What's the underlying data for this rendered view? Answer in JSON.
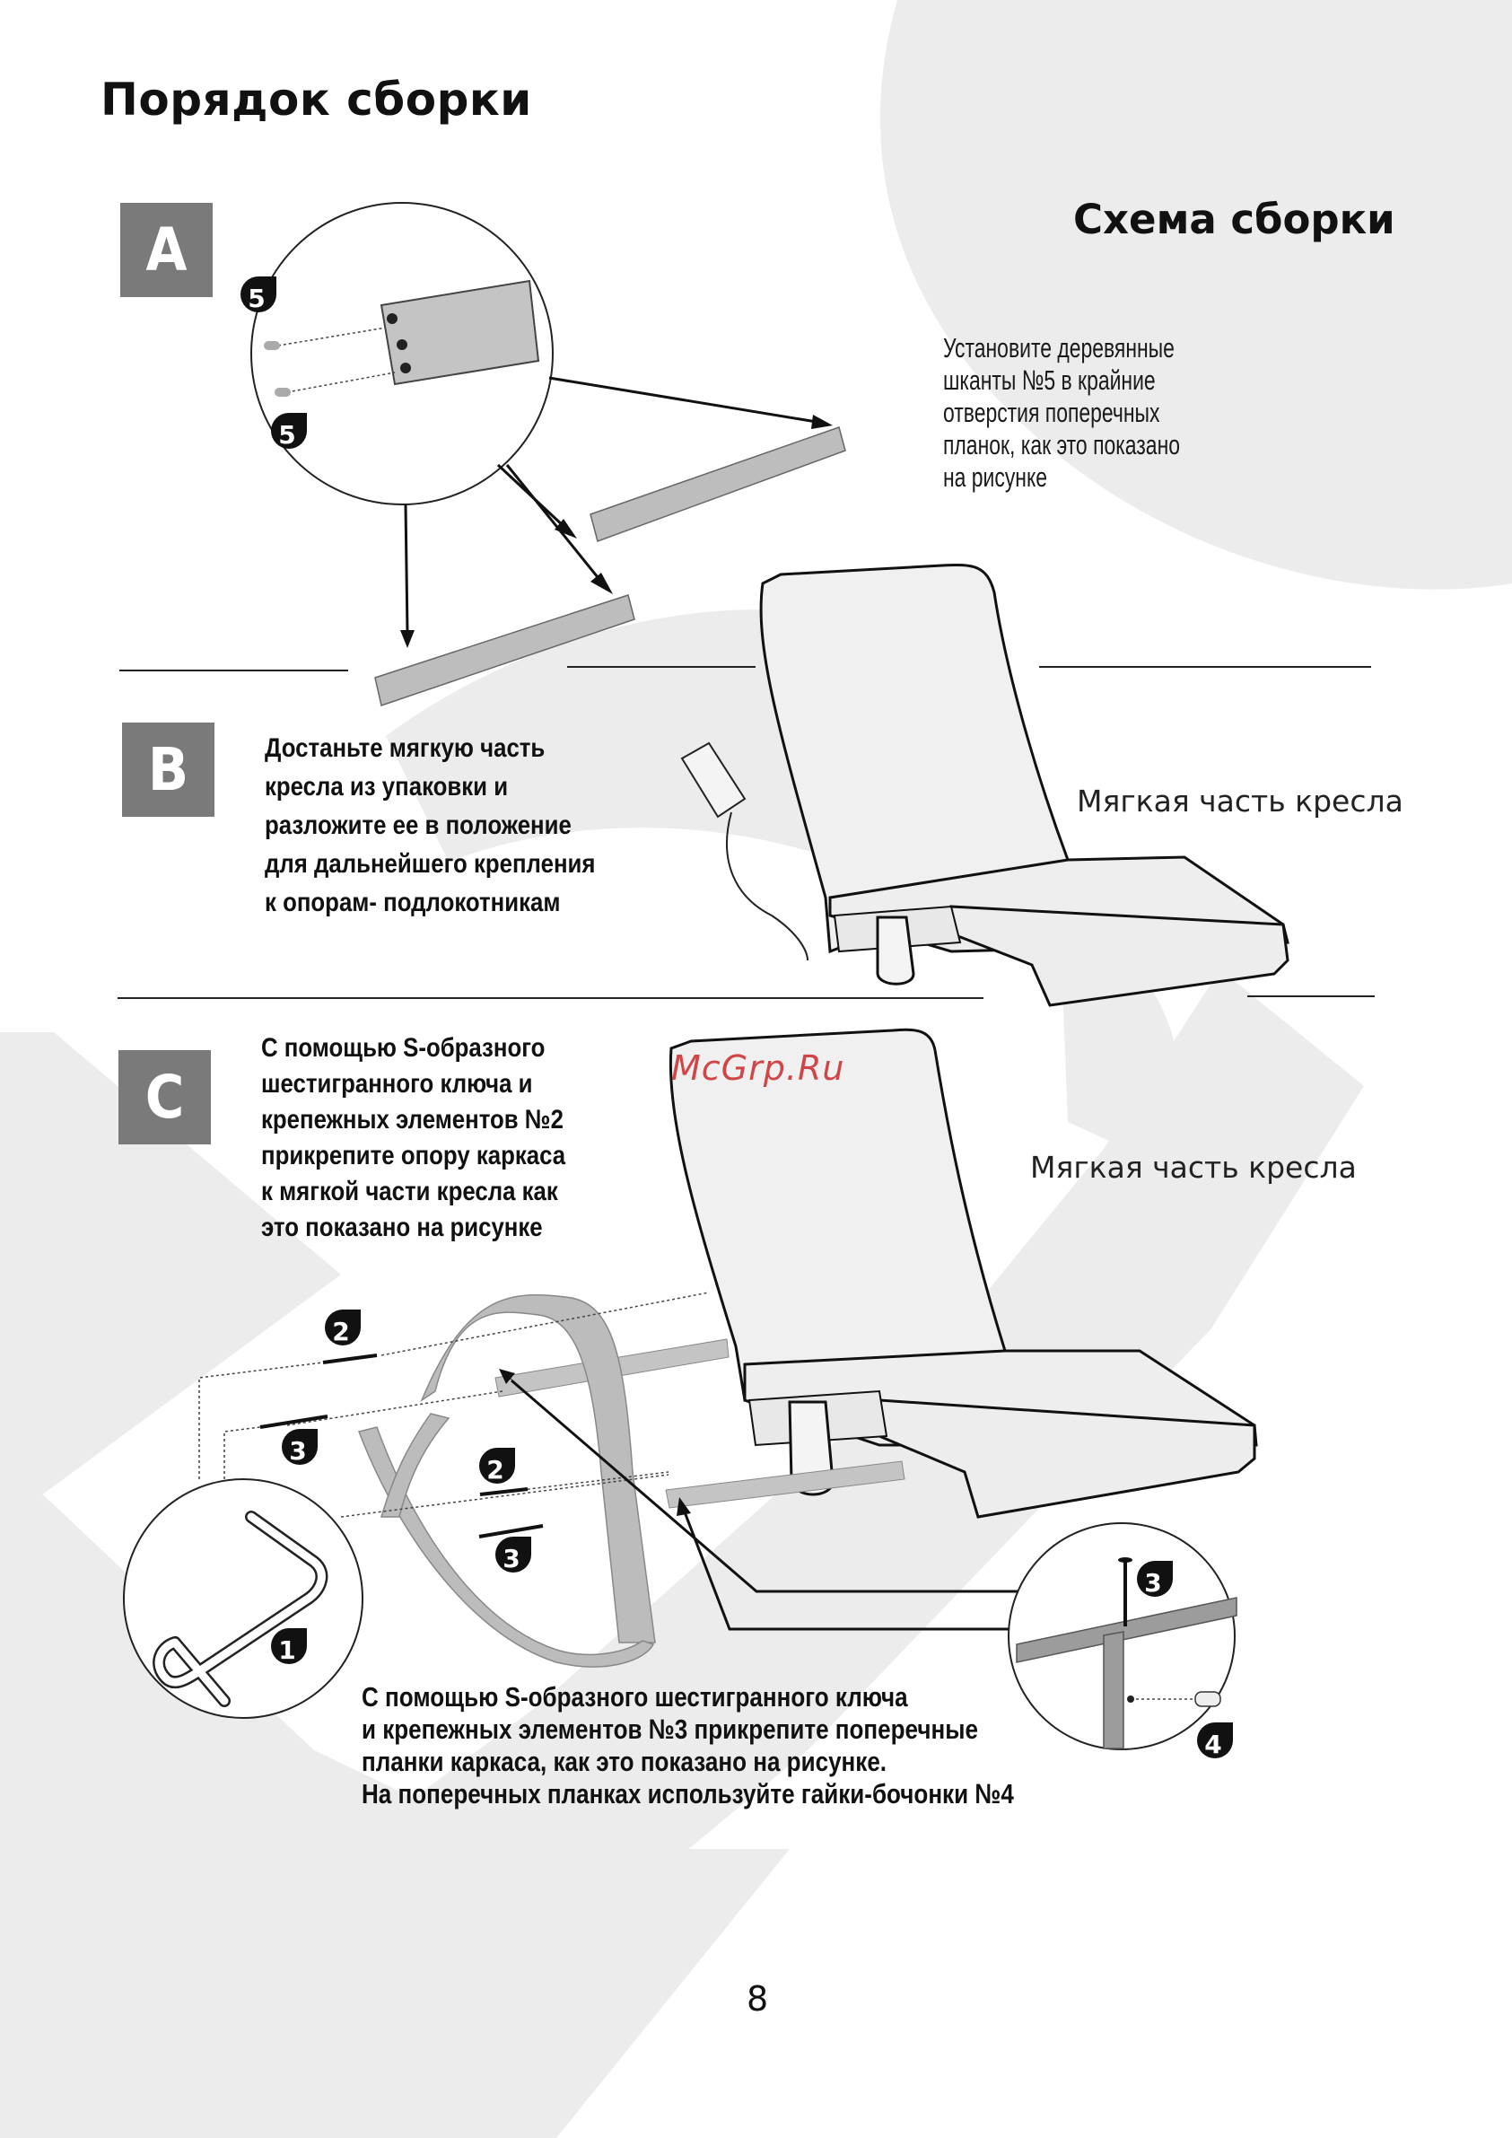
{
  "page": {
    "title": "Порядок сборки",
    "subtitle": "Схема сборки",
    "page_number": "8",
    "watermark": "McGrp.Ru"
  },
  "steps": {
    "a": {
      "badge": "A",
      "text": "Установите деревянные\nшканты №5 в крайние\nотверстия поперечных\nпланок, как это показано\nна рисунке",
      "part_number": "5"
    },
    "b": {
      "badge": "B",
      "text": "Достаньте мягкую часть\nкресла из упаковки и\nразложите ее в положение\nдля дальнейшего крепления\nк опорам- подлокотникам",
      "label": "Мягкая часть кресла"
    },
    "c": {
      "badge": "C",
      "text": "С помощью S-образного\nшестигранного ключа и\nкрепежных элементов №2\nприкрепите опору каркаса\nк мягкой части кресла как\nэто показано на рисунке",
      "label": "Мягкая часть кресла",
      "text2": "С помощью S-образного шестигранного ключа\nи крепежных элементов №3 прикрепите поперечные\nпланки каркаса, как это показано на рисунке.\nНа поперечных планках используйте гайки-бочонки №4",
      "part_numbers": [
        "1",
        "2",
        "3",
        "4"
      ]
    }
  },
  "colors": {
    "background_shape": "#ececec",
    "badge": "#7a7a7a",
    "part_gray": "#bdbdbd",
    "watermark": "#d04646"
  }
}
